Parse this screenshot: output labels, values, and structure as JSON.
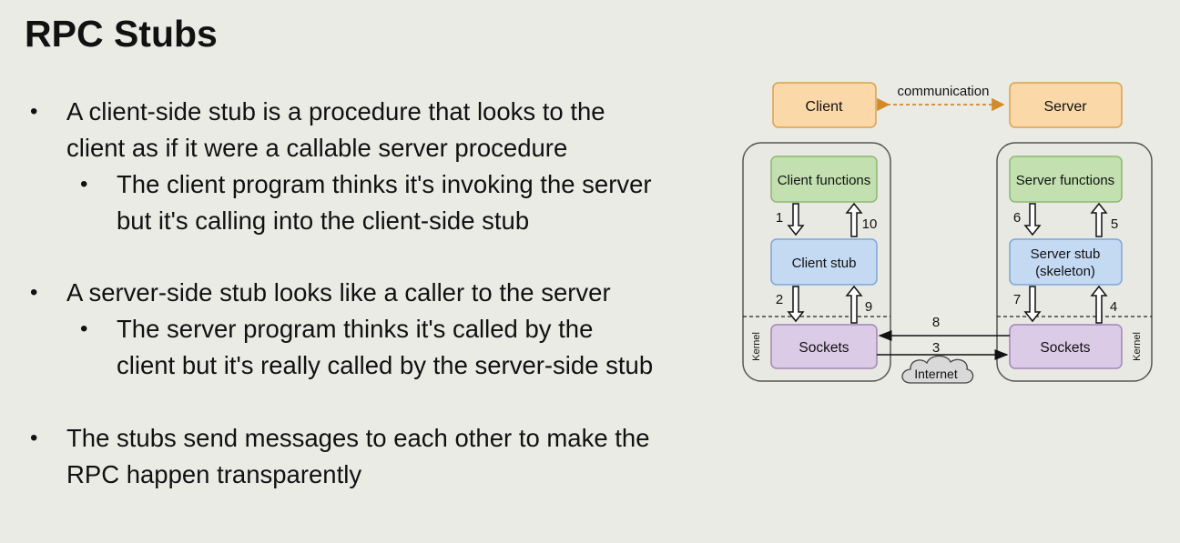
{
  "slide": {
    "title": "RPC Stubs"
  },
  "bullets": [
    {
      "level": 1,
      "lines": [
        "A client-side stub is a procedure that looks to the",
        "client as if it were a callable server procedure"
      ]
    },
    {
      "level": 2,
      "lines": [
        "The client program thinks it's invoking the server",
        "but it's calling into the client-side stub"
      ]
    },
    {
      "level": 1,
      "lines": [
        "A server-side stub looks like a caller to the server"
      ]
    },
    {
      "level": 2,
      "lines": [
        "The server program thinks it's called by the",
        "client but it's really called by the server-side stub"
      ]
    },
    {
      "level": 1,
      "lines": [
        "The stubs send messages to each other to make the",
        "RPC happen transparently"
      ]
    }
  ],
  "bullet_glyph": "•",
  "diagram": {
    "client": "Client",
    "server": "Server",
    "communication": "communication",
    "client_functions": "Client functions",
    "server_functions": "Server functions",
    "client_stub": "Client stub",
    "server_stub_line1": "Server stub",
    "server_stub_line2": "(skeleton)",
    "client_sockets": "Sockets",
    "server_sockets": "Sockets",
    "kernel_left": "Kernel",
    "kernel_right": "Kernel",
    "internet": "Internet",
    "steps": [
      "1",
      "2",
      "3",
      "4",
      "5",
      "6",
      "7",
      "8",
      "9",
      "10"
    ],
    "colors": {
      "orange_fill": "#fbd8a8",
      "orange_stroke": "#d9a14b",
      "green_fill": "#c3e0b0",
      "green_stroke": "#8db870",
      "blue_fill": "#c4daf3",
      "blue_stroke": "#7fa6d4",
      "purple_fill": "#dccbe6",
      "purple_stroke": "#a386b5",
      "dashed_arrow": "#d28a2a"
    }
  }
}
